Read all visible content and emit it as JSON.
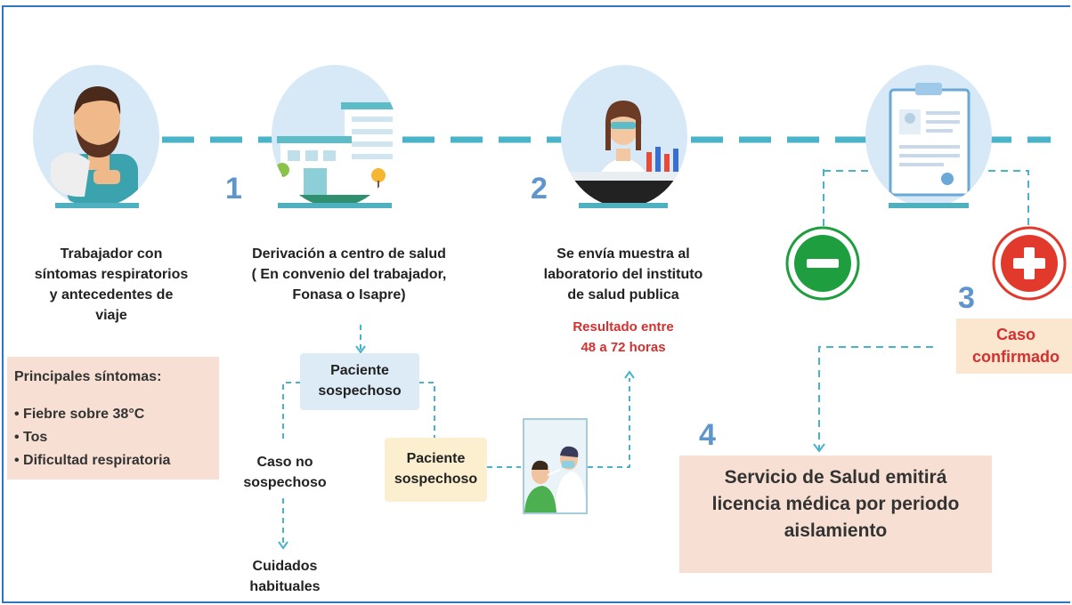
{
  "steps": {
    "s1_number": "1",
    "s2_number": "2",
    "s3_number": "3",
    "s4_number": "4"
  },
  "worker": {
    "label_l1": "Trabajador con",
    "label_l2": "síntomas respiratorios",
    "label_l3": "y antecedentes de",
    "label_l4": "viaje"
  },
  "symptoms": {
    "title": "Principales síntomas:",
    "items": [
      "• Fiebre sobre 38°C",
      "• Tos",
      "• Dificultad respiratoria"
    ]
  },
  "referral": {
    "label_l1": "Derivación a centro de salud",
    "label_l2": "( En convenio del trabajador,",
    "label_l3": "Fonasa o Isapre)"
  },
  "lab": {
    "label_l1": "Se envía muestra al",
    "label_l2": "laboratorio del instituto",
    "label_l3": "de salud publica",
    "result_l1": "Resultado entre",
    "result_l2": "48 a 72 horas"
  },
  "branch": {
    "suspect_top_l1": "Paciente",
    "suspect_top_l2": "sospechoso",
    "suspect_bottom_l1": "Paciente",
    "suspect_bottom_l2": "sospechoso",
    "not_suspect_l1": "Caso no",
    "not_suspect_l2": "sospechoso",
    "care_l1": "Cuidados",
    "care_l2": "habituales"
  },
  "confirmed": {
    "l1": "Caso",
    "l2": "confirmado"
  },
  "license": {
    "l1": "Servicio de Salud emitirá",
    "l2": "licencia médica por periodo",
    "l3": "aislamiento"
  },
  "colors": {
    "dash": "#49b3c9",
    "circle_bg": "#d7e9f6",
    "number": "#5d95cc",
    "result_text": "#d43030",
    "negative": "#1e9e3f",
    "positive": "#e2392d",
    "symptoms_box": "#f7e0d3",
    "suspect_top_box": "#dcebf6",
    "suspect_bottom_box": "#fcefcf",
    "license_box": "#f7e0d3"
  },
  "icons": {
    "negative": "minus-circle-icon",
    "positive": "plus-circle-icon"
  }
}
